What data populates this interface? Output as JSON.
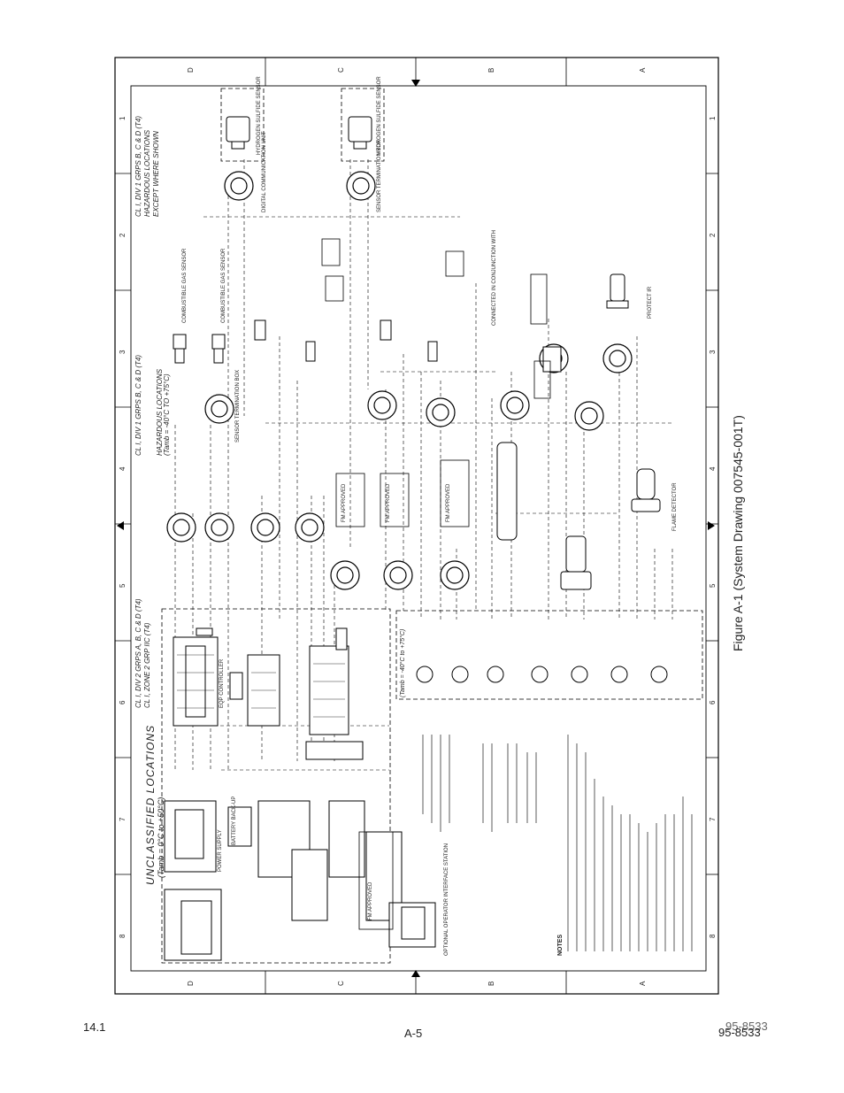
{
  "figure_caption": "Figure A-1 (System Drawing 007545-001T)",
  "footer": {
    "left": "14.1",
    "center": "A-5",
    "right": "95-8533",
    "right_ghost": "95-8533"
  },
  "border": {
    "row_letters": [
      "D",
      "C",
      "B",
      "A"
    ],
    "col_numbers": [
      "1",
      "2",
      "3",
      "4",
      "5",
      "6",
      "7",
      "8"
    ]
  },
  "zones": {
    "unclassified": "UNCLASSIFIED LOCATIONS",
    "unclassified_temp": "(Tamb = 0°C to +50°C)",
    "div2": "CL I, DIV 2 GRPS A, B, C & D (T4)",
    "div2_b": "CL I, ZONE 2 GRP IIC (T4)",
    "hazardous_a": "CL I, DIV 1 GRPS B, C & D (T4)",
    "hazardous_b": "HAZARDOUS LOCATIONS",
    "hazardous_c": "(Tamb = -40°C TO +75°C)",
    "except": "EXCEPT WHERE SHOWN",
    "temp_range": "(Tamb = -40°C to +75°C)"
  },
  "blocks": {
    "power_supply": "POWER SUPPLY",
    "battery": "BATTERY BACK-UP",
    "controller": "EQP CONTROLLER",
    "operator_station": "OPTIONAL OPERATOR INTERFACE STATION",
    "fm_approved": "FM APPROVED",
    "sensor_term_box": "SENSOR TERMINATION BOX",
    "hydrogen_sensor": "HYDROGEN SULFIDE SENSOR",
    "combustible_sensor": "COMBUSTIBLE GAS SENSOR",
    "flame_detector": "FLAME DETECTOR",
    "protect_ir": "PROTECT IR",
    "digital_comm": "DIGITAL COMMUNICATION UNIT",
    "connected_with": "CONNECTED IN CONJUNCTION WITH",
    "note_title": "NOTES"
  }
}
